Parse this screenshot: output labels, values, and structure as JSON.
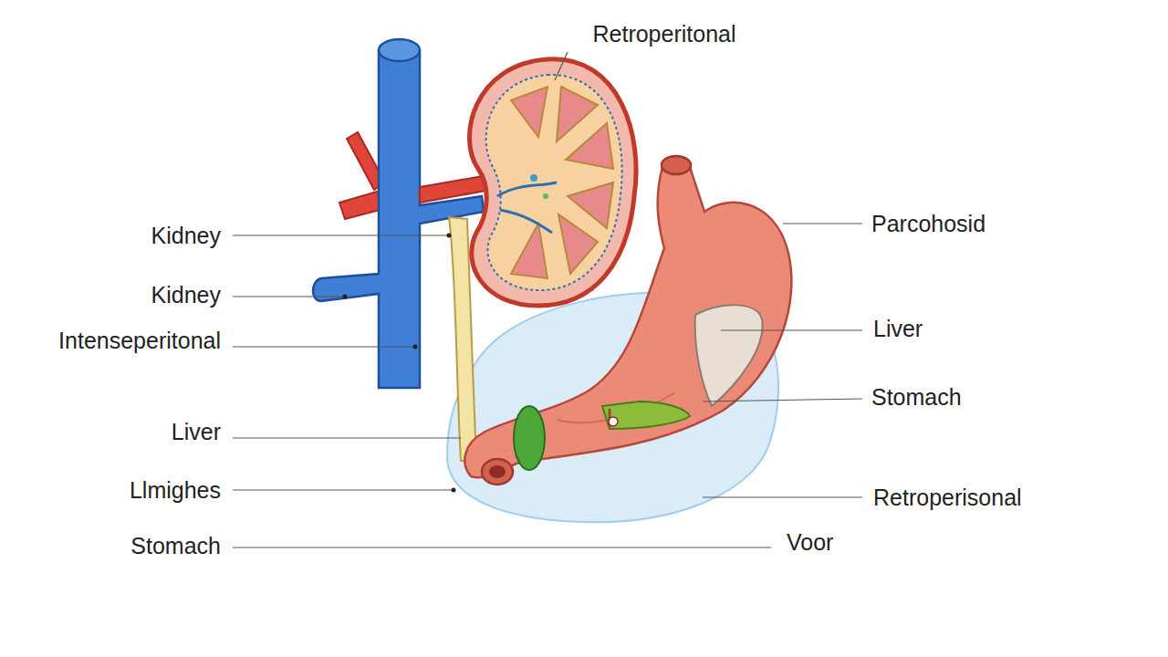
{
  "diagram": {
    "labels": [
      "Retroperitonal",
      "Parcohosid",
      "Kidney",
      "Kidney",
      "Liver",
      "Intenseperitonal",
      "Stomach",
      "Liver",
      "Llmighes",
      "Retroperisonal",
      "Voor",
      "Stomach"
    ]
  }
}
